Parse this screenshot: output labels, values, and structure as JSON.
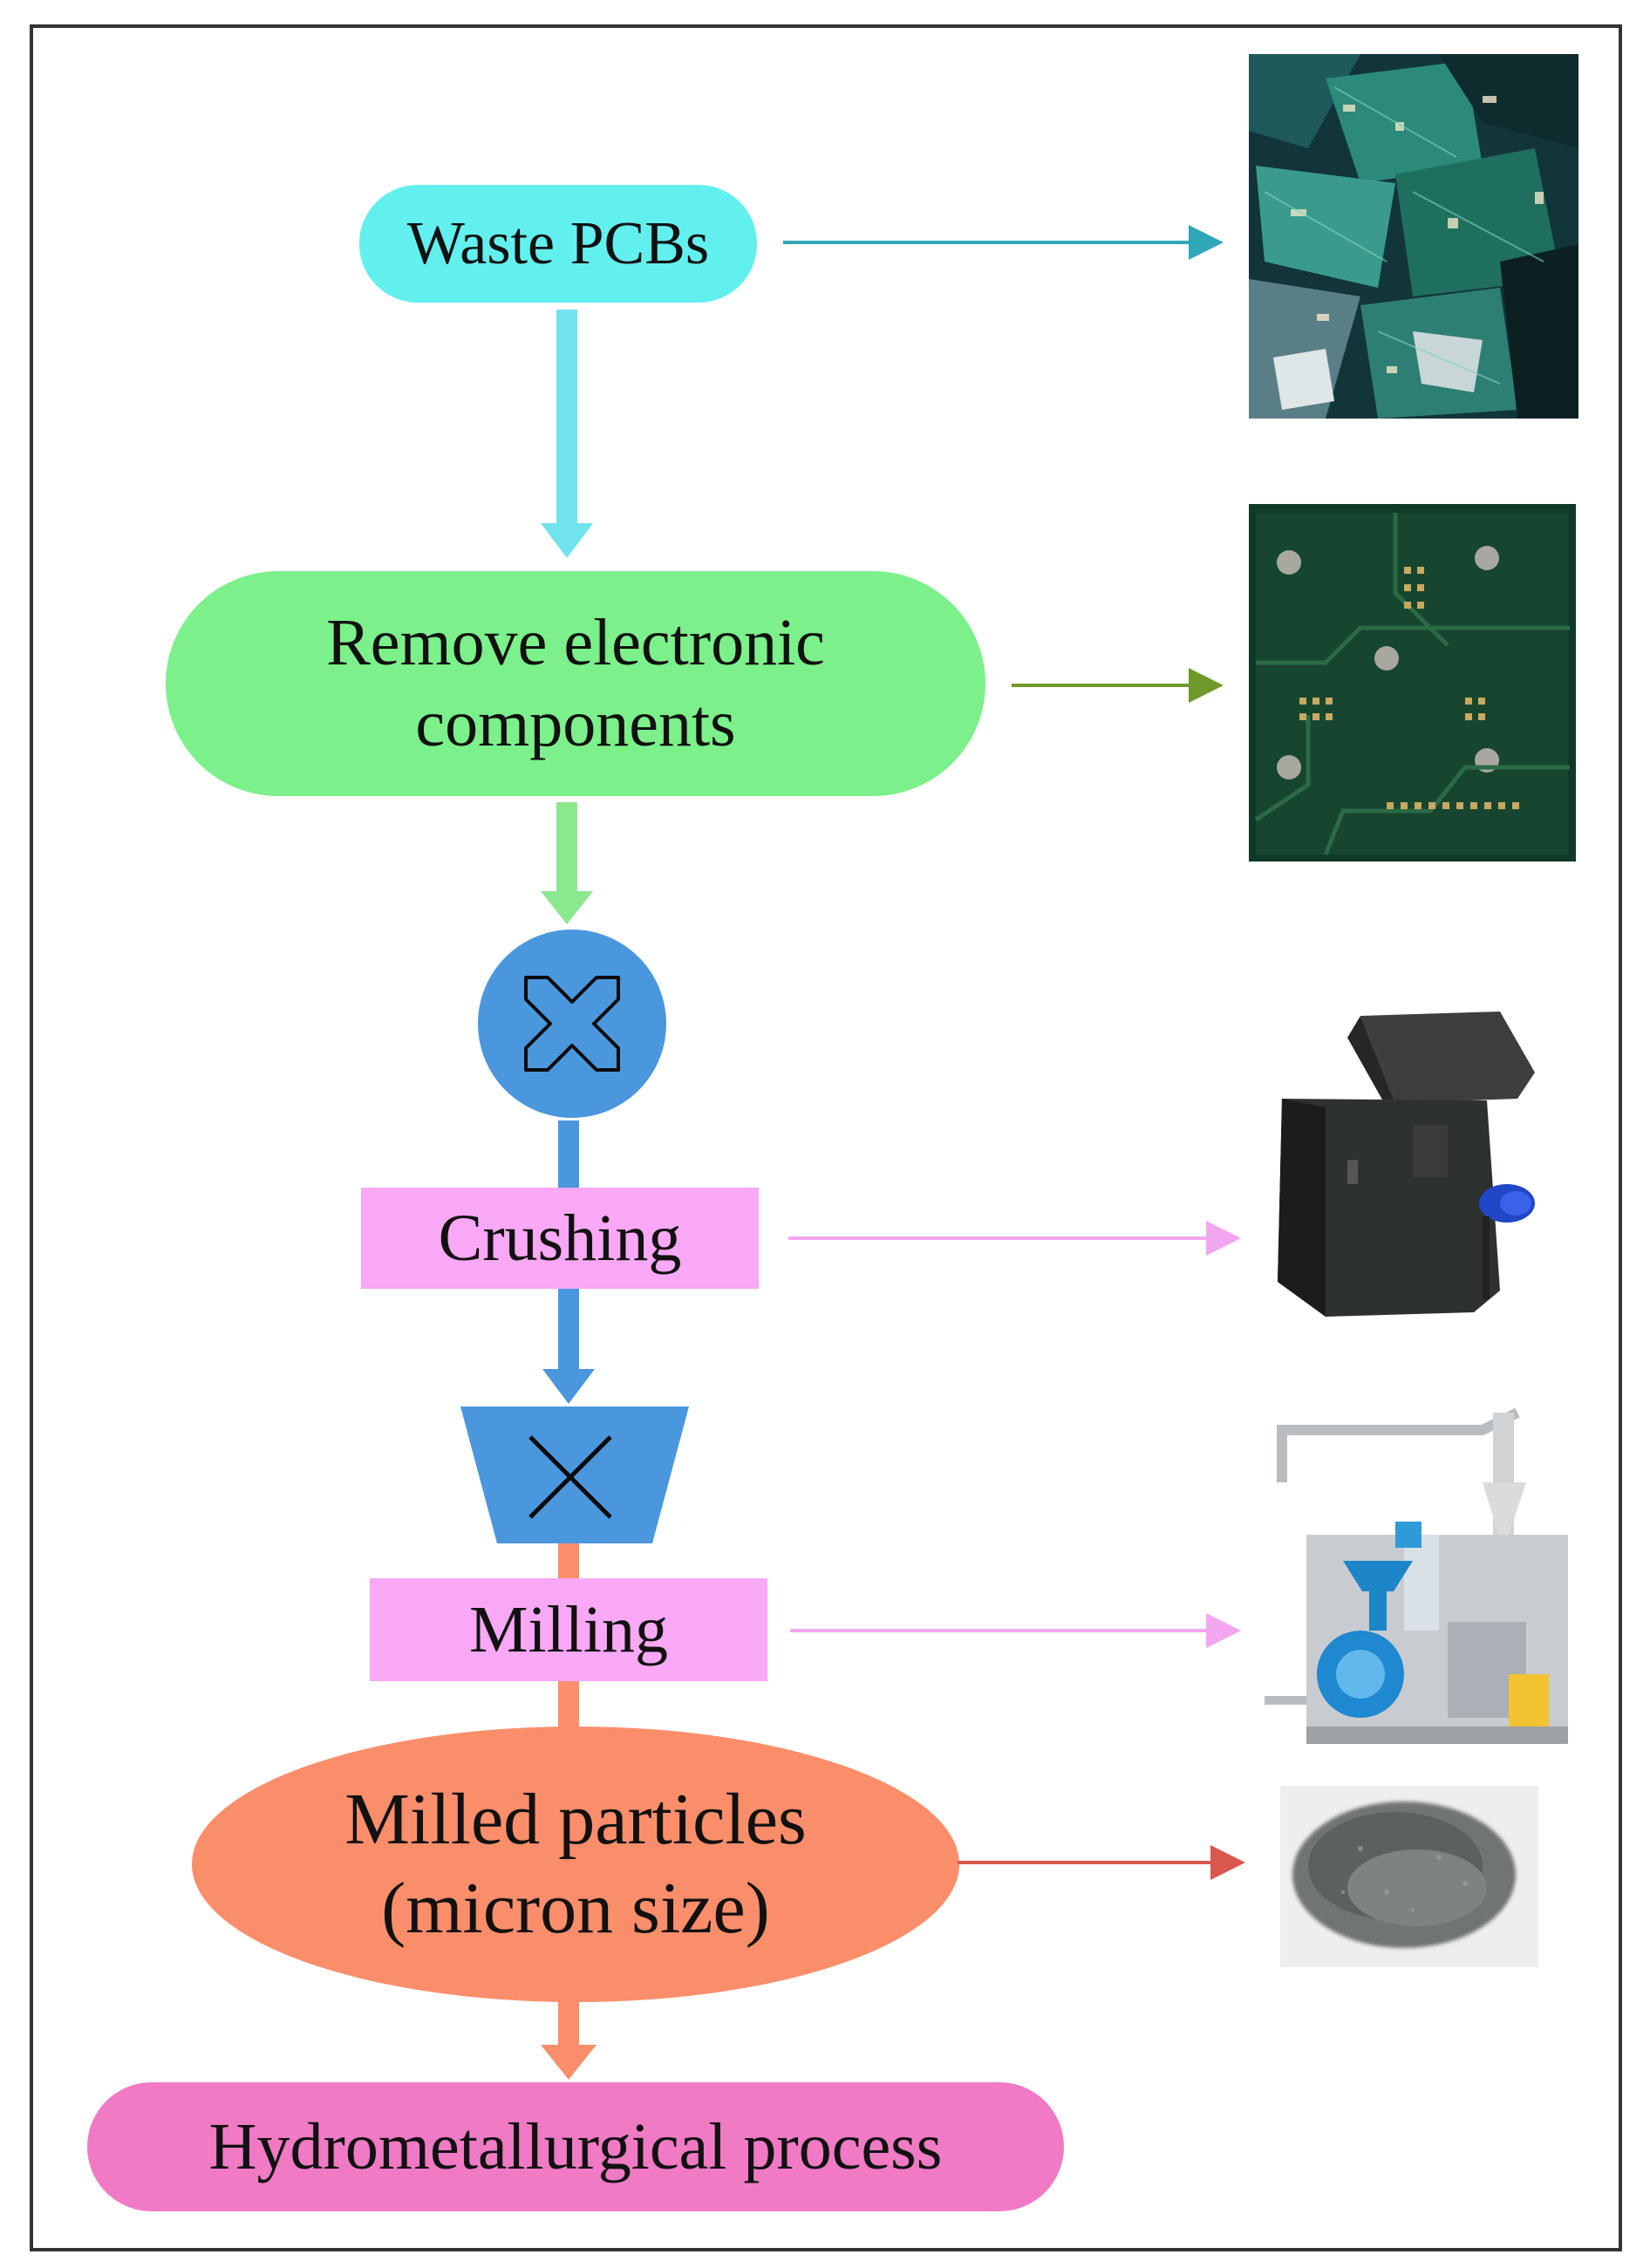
{
  "steps": {
    "waste_pcbs": "Waste PCBs",
    "remove_components_line1": "Remove electronic",
    "remove_components_line2": "components",
    "crushing": "Crushing",
    "milling": "Milling",
    "milled_line1": "Milled particles",
    "milled_line2": "(micron size)",
    "hydrometallurgical": "Hydrometallurgical process"
  },
  "colors": {
    "waste_pcbs": "#62F0EF",
    "remove_components": "#7CF08A",
    "crusher_symbol": "#4A97DE",
    "crushing": "#F8A8F4",
    "mill_symbol": "#4A97DE",
    "milling": "#F8A8F4",
    "milled_particles": "#FA8E6B",
    "hydrometallurgical": "#F07AC4",
    "arrow_cyan": "#2FA7B8",
    "arrow_green": "#6E9A2A",
    "arrow_pink": "#F3A6F0",
    "arrow_red": "#D9574C"
  },
  "icons": {
    "crusher_symbol": "cross-in-circle-icon",
    "mill_symbol": "x-in-trapezoid-icon"
  },
  "photos": {
    "waste_pcbs": "pile-of-waste-circuit-boards",
    "bare_board": "bare-green-circuit-board",
    "crusher": "crusher-machine",
    "mill": "milling-machine",
    "powder": "pile-of-grey-powder"
  }
}
